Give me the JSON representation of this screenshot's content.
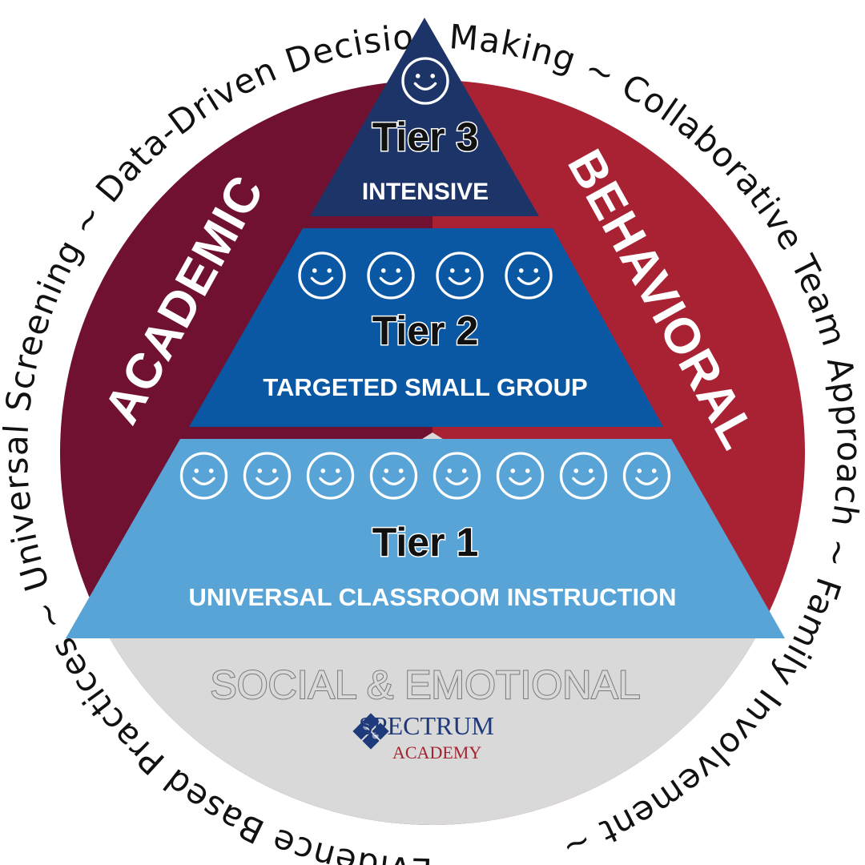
{
  "ring_text": "Evidence Based Practices ~ Universal Screening ~ Data-Driven Decision Making ~ Collaborative Team Approach ~ Family Involvement ~",
  "left_sector": {
    "label": "ACADEMIC",
    "color": "#701131"
  },
  "right_sector": {
    "label": "BEHAVIORAL",
    "color": "#a82234"
  },
  "bottom_sector": {
    "label": "SOCIAL & EMOTIONAL",
    "color": "#d9d9d9"
  },
  "tiers": [
    {
      "title": "Tier 3",
      "subtitle": "INTENSIVE",
      "color": "#1d3468",
      "faces": 1
    },
    {
      "title": "Tier 2",
      "subtitle": "TARGETED SMALL GROUP",
      "color": "#0a57a4",
      "faces": 4
    },
    {
      "title": "Tier 1",
      "subtitle": "UNIVERSAL CLASSROOM INSTRUCTION",
      "color": "#58a4d7",
      "faces": 8
    }
  ],
  "logo": {
    "line1": "SPECTRUM",
    "line2": "ACADEMY",
    "icon": "puzzle-pieces-icon"
  },
  "face_icon": "smiley-face-icon"
}
